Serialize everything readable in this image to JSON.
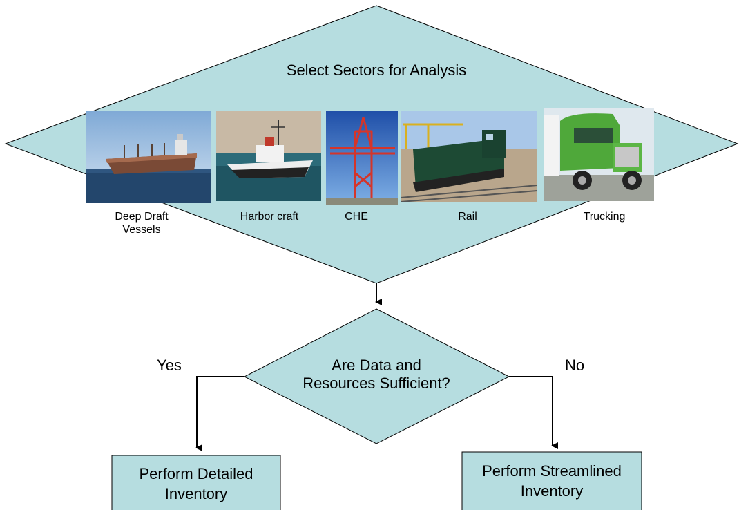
{
  "flowchart": {
    "top_decision": {
      "title": "Select Sectors for Analysis",
      "sectors": [
        {
          "label_line1": "Deep Draft",
          "label_line2": "Vessels",
          "image": "deep-draft-vessel-photo"
        },
        {
          "label_line1": "Harbor craft",
          "label_line2": "",
          "image": "harbor-tugboat-photo"
        },
        {
          "label_line1": "CHE",
          "label_line2": "",
          "image": "container-crane-photo"
        },
        {
          "label_line1": "Rail",
          "label_line2": "",
          "image": "locomotive-photo"
        },
        {
          "label_line1": "Trucking",
          "label_line2": "",
          "image": "truck-photo"
        }
      ]
    },
    "second_decision": {
      "line1": "Are Data and",
      "line2": "Resources Sufficient?"
    },
    "yes_branch": {
      "label": "Yes",
      "box_line1": "Perform Detailed",
      "box_line2": "Inventory"
    },
    "no_branch": {
      "label": "No",
      "box_line1": "Perform Streamlined",
      "box_line2": "Inventory"
    }
  },
  "colors": {
    "shape_fill": "#b6dde0",
    "shape_stroke": "#000000",
    "connector": "#000000"
  }
}
